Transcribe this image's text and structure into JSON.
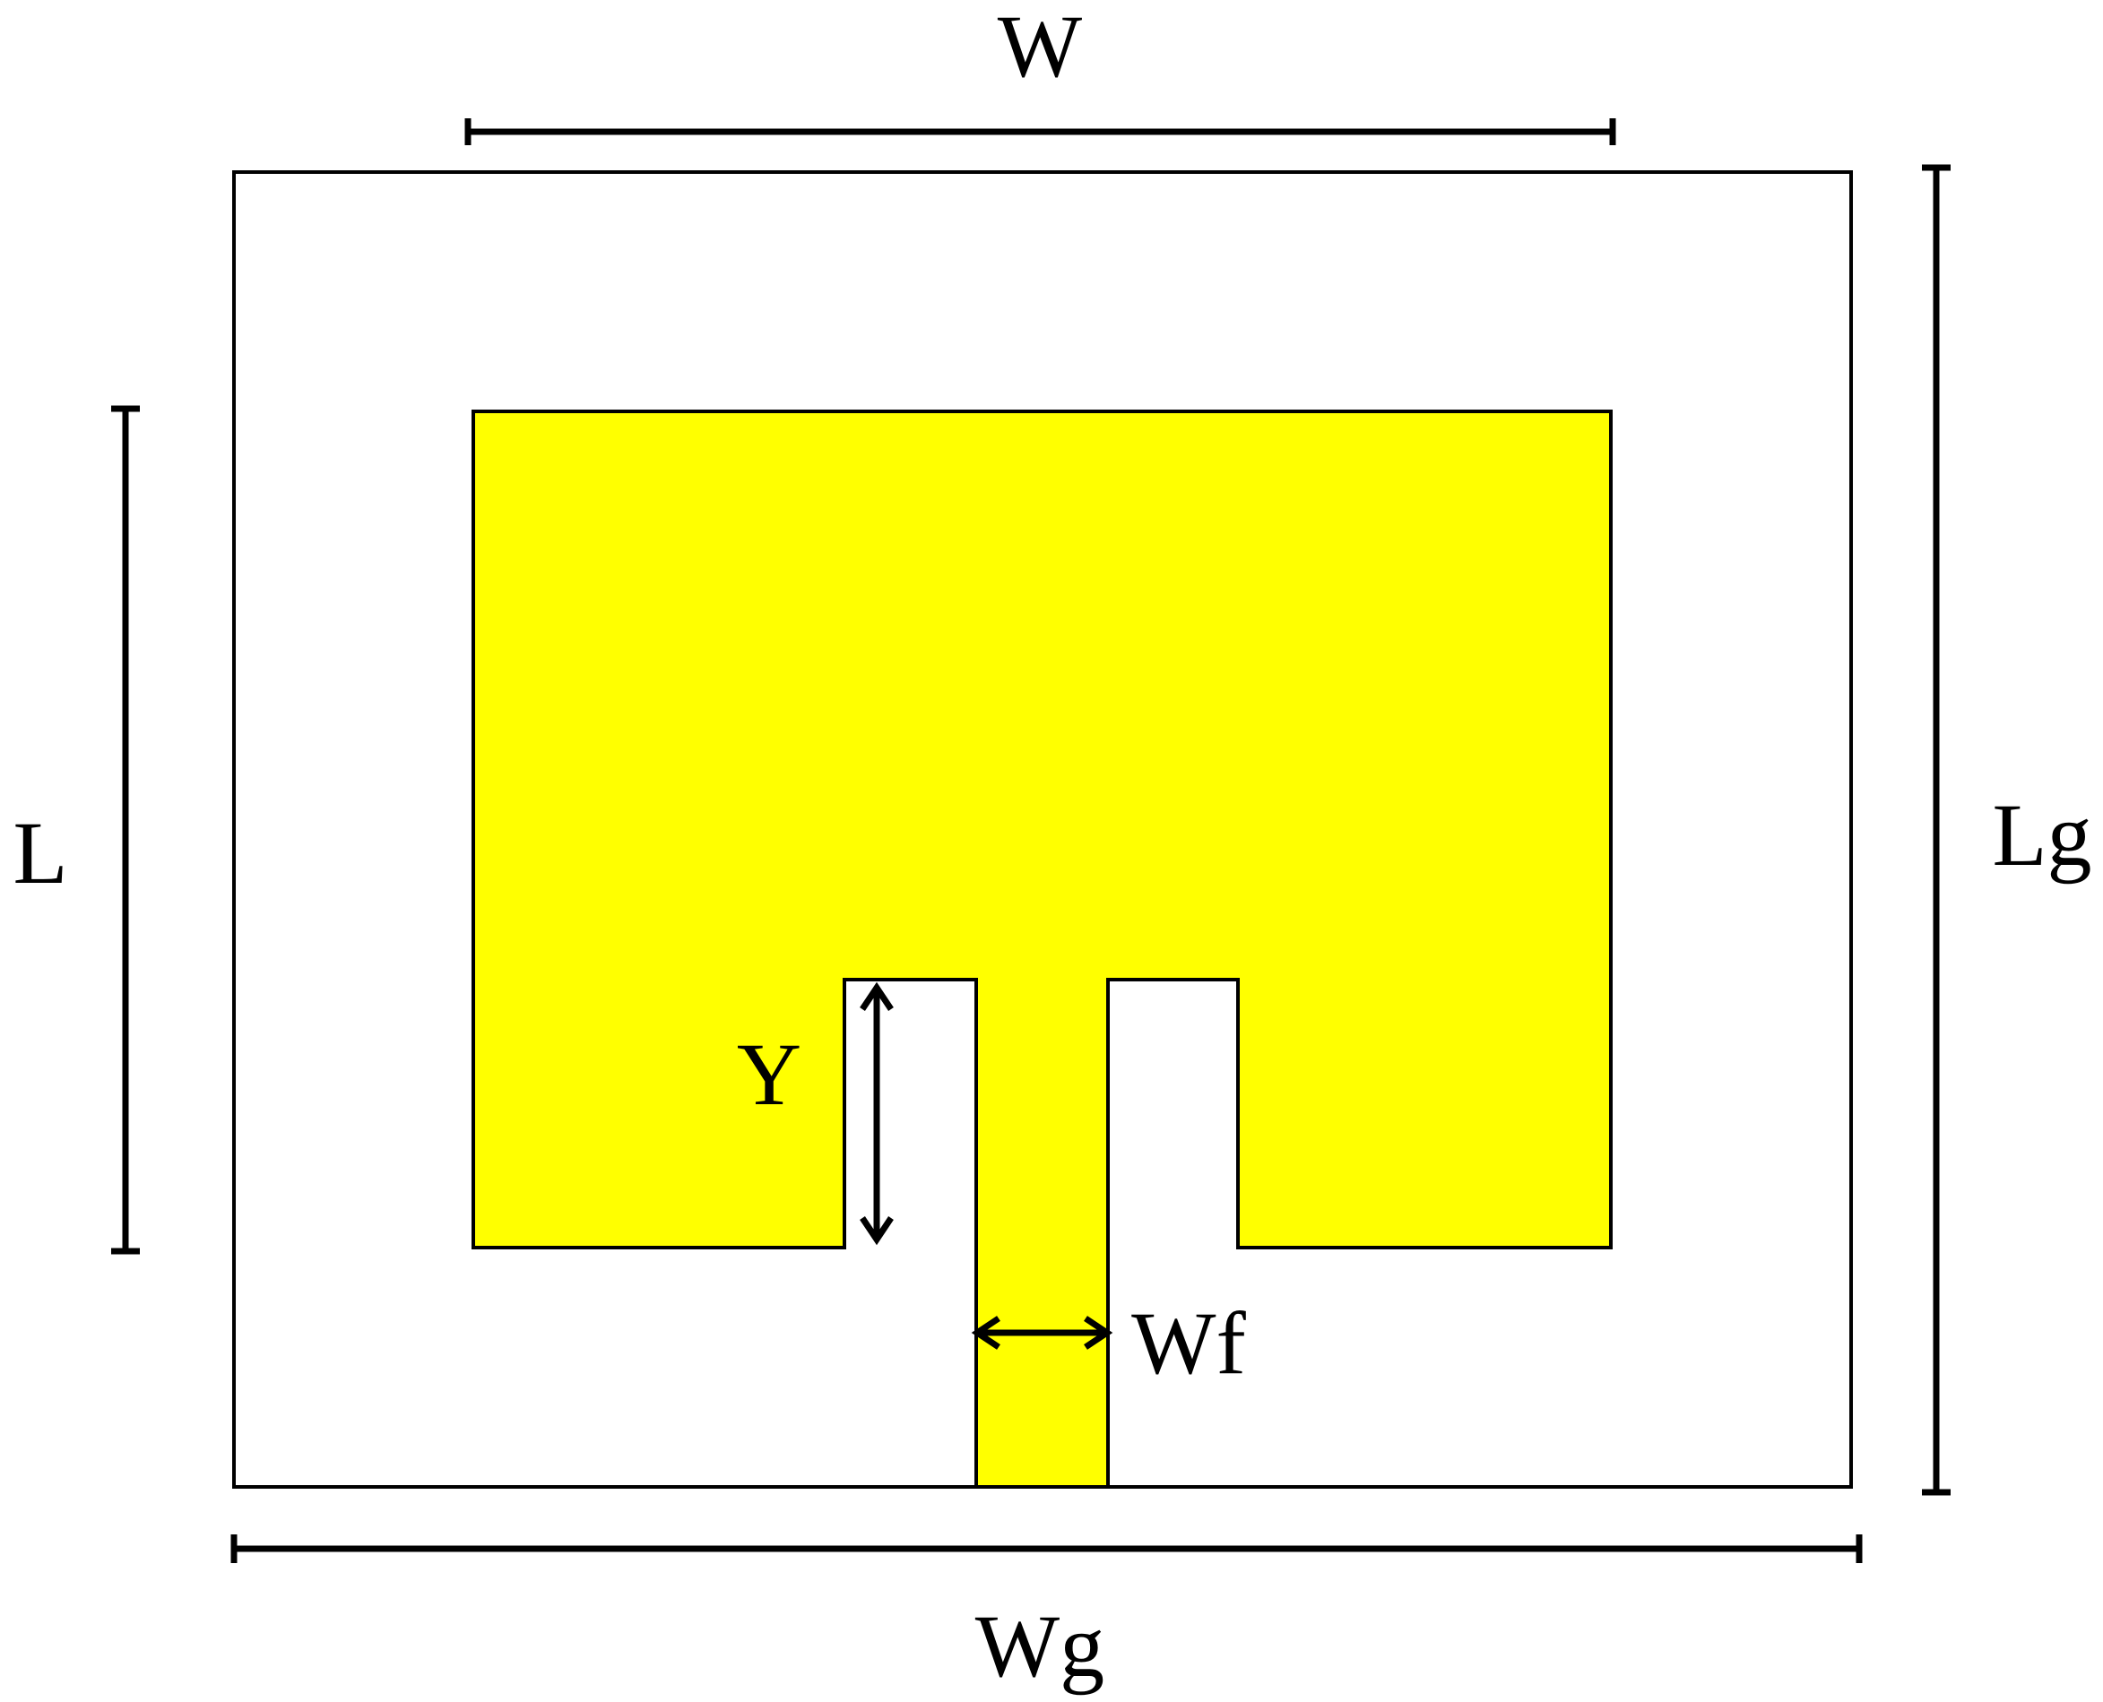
{
  "labels": {
    "W": "W",
    "L": "L",
    "Lg": "Lg",
    "Wg": "Wg",
    "Y": "Y",
    "Wf": "Wf"
  },
  "colors": {
    "patch": "#FFFF00",
    "outline": "#000000",
    "background": "#FFFFFF"
  }
}
